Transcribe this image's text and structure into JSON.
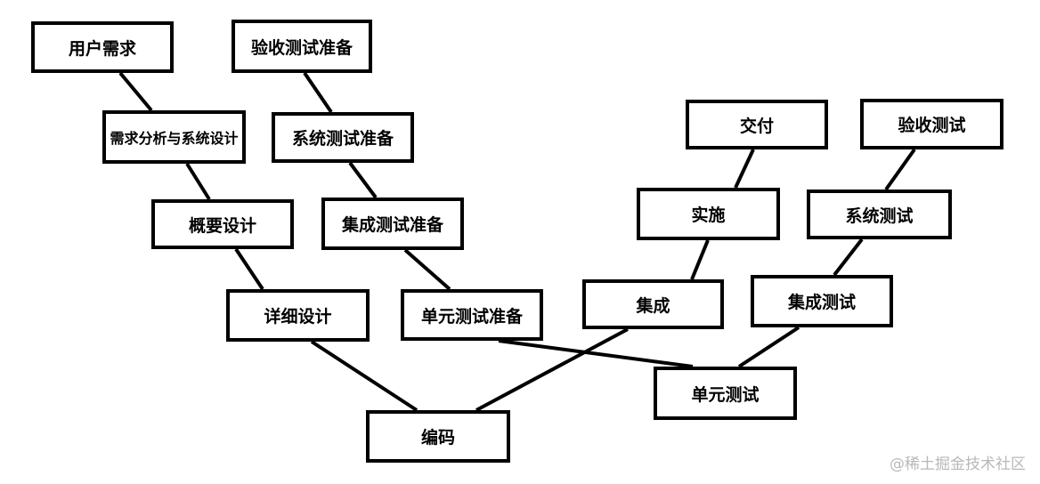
{
  "nodes": {
    "user_requirements": "用户需求",
    "acceptance_test_prep": "验收测试准备",
    "requirements_analysis": "需求分析与系统设计",
    "system_test_prep": "系统测试准备",
    "high_level_design": "概要设计",
    "integration_test_prep": "集成测试准备",
    "detailed_design": "详细设计",
    "unit_test_prep": "单元测试准备",
    "coding": "编码",
    "unit_test": "单元测试",
    "integration": "集成",
    "integration_test": "集成测试",
    "implementation": "实施",
    "system_test": "系统测试",
    "delivery": "交付",
    "acceptance_test": "验收测试"
  },
  "watermark": "@稀土掘金技术社区"
}
